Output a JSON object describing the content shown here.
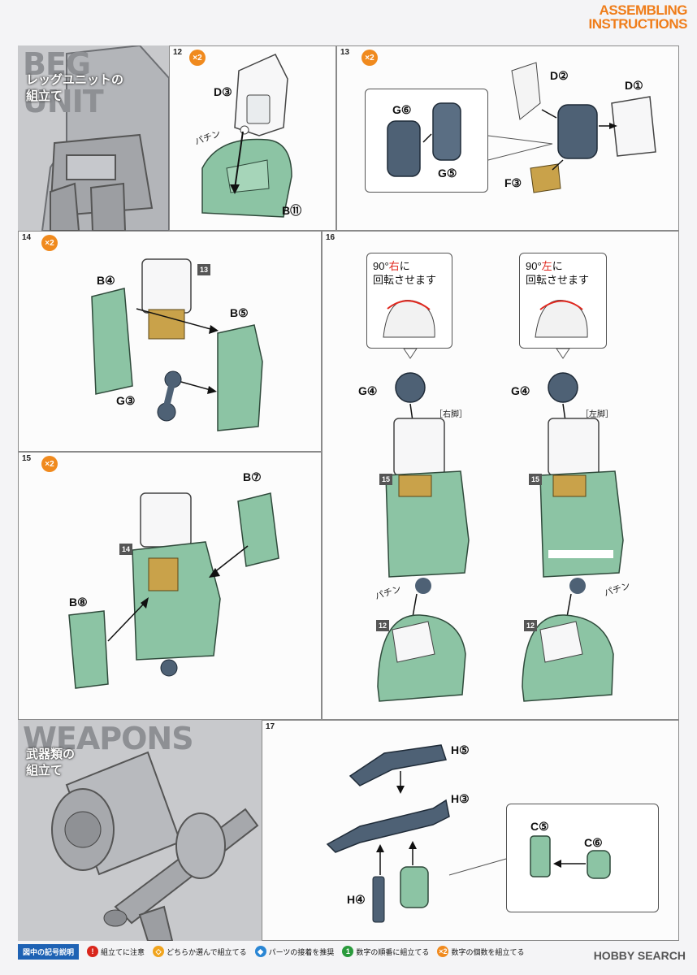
{
  "header": {
    "line1": "ASSEMBLING",
    "line2": "INSTRUCTIONS"
  },
  "sections": {
    "leg": {
      "big1": "BEG",
      "big2": "UNIT",
      "title1": "レッグユニットの",
      "title2": "組立て"
    },
    "weapons": {
      "big": "WEAPONS",
      "title1": "武器類の",
      "title2": "組立て"
    }
  },
  "steps": {
    "s12": {
      "num": "12",
      "mult": "×2",
      "parts": {
        "d3": "D③",
        "b11": "B⑪"
      },
      "sfx": "パチン"
    },
    "s13": {
      "num": "13",
      "mult": "×2",
      "parts": {
        "d2": "D②",
        "d1": "D①",
        "g6": "G⑥",
        "g5": "G⑤",
        "f3": "F③"
      }
    },
    "s14": {
      "num": "14",
      "mult": "×2",
      "parts": {
        "b4": "B④",
        "b5": "B⑤",
        "g3": "G③"
      },
      "ref": "13"
    },
    "s15": {
      "num": "15",
      "mult": "×2",
      "parts": {
        "b7": "B⑦",
        "b8": "B⑧"
      },
      "ref": "14"
    },
    "s16": {
      "num": "16",
      "left": {
        "deg": "90°",
        "dir": "右",
        "suffix": "に",
        "line2": "回転させます",
        "part": "G④",
        "side": "［右脚］",
        "ref15": "15",
        "ref12": "12",
        "sfx": "パチン"
      },
      "right": {
        "deg": "90°",
        "dir": "左",
        "suffix": "に",
        "line2": "回転させます",
        "part": "G④",
        "side": "［左脚］",
        "ref15": "15",
        "ref12": "12",
        "sfx": "パチン"
      }
    },
    "s17": {
      "num": "17",
      "parts": {
        "h5": "H⑤",
        "h3": "H③",
        "h4": "H④",
        "c5": "C⑤",
        "c6": "C⑥"
      }
    }
  },
  "legend": {
    "title": "図中の記号説明",
    "items": [
      {
        "mark": "!",
        "text": "組立てに注意",
        "color": "#d9261c"
      },
      {
        "mark": "◇",
        "text": "どちらか選んで組立てる",
        "color": "#f0a41e"
      },
      {
        "mark": "◆",
        "text": "パーツの接着を推奨",
        "color": "#2a86d4"
      },
      {
        "mark": "1",
        "text": "数字の順番に組立てる",
        "color": "#2a9a3c"
      },
      {
        "mark": "×2",
        "text": "数字の個数を組立てる",
        "color": "#f08a1e"
      }
    ]
  },
  "watermark": "HOBBY SEARCH",
  "colors": {
    "accent": "#ef7d1a",
    "green": "#8cc4a4",
    "navy": "#4e6175",
    "gold": "#c9a24a",
    "legend_blue": "#1e62b4"
  }
}
